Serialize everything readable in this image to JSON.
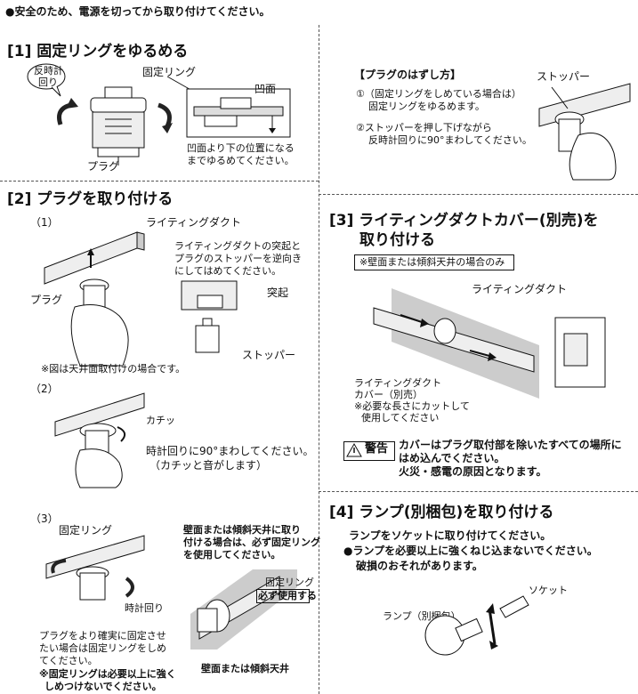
{
  "top_note": "●安全のため、電源を切ってから取り付けてください。",
  "s1": {
    "title": "[1] 固定リングをゆるめる",
    "bubble": [
      "反時計",
      "回り"
    ],
    "ring_label": "固定リング",
    "recess_label": "凹面",
    "plug_label": "プラグ",
    "caption": [
      "凹面より下の位置になる",
      "までゆるめてください。"
    ]
  },
  "remove": {
    "title": "【プラグのはずし方】",
    "step1": [
      "①（固定リングをしめている場合は）",
      "固定リングをゆるめます。"
    ],
    "step2": [
      "②ストッパーを押し下げながら",
      "反時計回りに90°まわしてください。"
    ],
    "stopper_label": "ストッパー"
  },
  "s2": {
    "title": "[2] プラグを取り付ける",
    "step1_num": "（1）",
    "duct_label": "ライティングダクト",
    "desc": [
      "ライティングダクトの突起と",
      "プラグのストッパーを逆向き",
      "にしてはめてください。"
    ],
    "protrusion_label": "突起",
    "plug_label": "プラグ",
    "stopper_label": "ストッパー",
    "note": "※図は天井面取付けの場合です。",
    "step2_num": "（2）",
    "click_label": "カチッ",
    "rotate_text": [
      "時計回りに90°まわしてください。",
      "（カチッと音がします）"
    ],
    "step3_num": "（3）",
    "ring_label": "固定リング",
    "clockwise_label": "時計回り",
    "fix_text": [
      "プラグをより確実に固定させ",
      "たい場合は固定リングをしめ",
      "てください。"
    ],
    "fix_note": [
      "※固定リングは必要以上に強く",
      "しめつけないでください。"
    ],
    "slope_text": [
      "壁面または傾斜天井に取り",
      "付ける場合は、必ず固定リング",
      "を使用してください。"
    ],
    "ring_label2": "固定リング",
    "must_use": "必ず使用する",
    "wall_caption": "壁面または傾斜天井"
  },
  "s3": {
    "title": [
      "[3] ライティングダクトカバー(別売)を",
      "取り付ける"
    ],
    "boxed_note": "※壁面または傾斜天井の場合のみ",
    "duct_label": "ライティングダクト",
    "cover_label": [
      "ライティングダクト",
      "カバー（別売）"
    ],
    "cut_note": [
      "※必要な長さにカットして",
      "使用してください"
    ],
    "warning_word": "警告",
    "warning_text": [
      "カバーはプラグ取付部を除いたすべての場所に",
      "はめ込んでください。",
      "火災・感電の原因となります。"
    ]
  },
  "s4": {
    "title": "[4] ランプ(別梱包)を取り付ける",
    "line1": "ランプをソケットに取り付けてください。",
    "line2": "●ランプを必要以上に強くねじ込まないでください。",
    "line3": "破損のおそれがあります。",
    "socket_label": "ソケット",
    "lamp_label": "ランプ（別梱包）"
  }
}
